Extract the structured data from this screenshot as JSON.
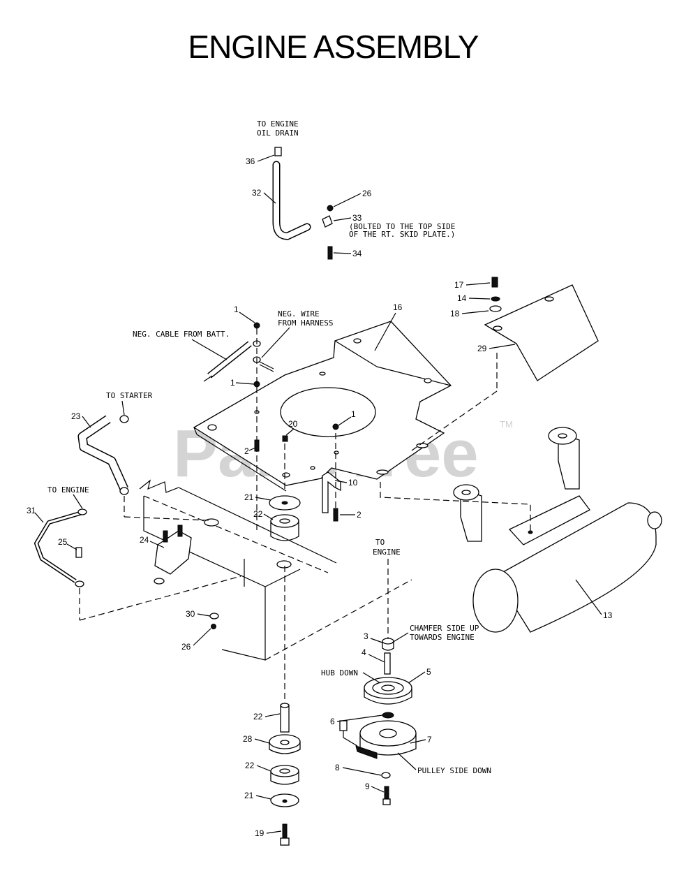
{
  "title": "ENGINE ASSEMBLY",
  "watermark": "PartsTree",
  "watermark_mark": "TM",
  "notes": {
    "oil_drain_l1": "TO ENGINE",
    "oil_drain_l2": "OIL DRAIN",
    "bolted_l1": "(BOLTED TO THE TOP SIDE",
    "bolted_l2": "OF THE RT. SKID PLATE.)",
    "neg_wire_l1": "NEG. WIRE",
    "neg_wire_l2": "FROM HARNESS",
    "neg_cable": "NEG. CABLE FROM BATT.",
    "to_starter": "TO STARTER",
    "to_engine_left": "TO ENGINE",
    "to_engine_clutch_l1": "TO",
    "to_engine_clutch_l2": "ENGINE",
    "chamfer_l1": "CHAMFER SIDE UP",
    "chamfer_l2": "TOWARDS ENGINE",
    "hub_down": "HUB DOWN",
    "pulley_down": "PULLEY SIDE DOWN"
  },
  "callouts": {
    "c36": "36",
    "c32": "32",
    "c26a": "26",
    "c33": "33",
    "c34": "34",
    "c17": "17",
    "c14": "14",
    "c18": "18",
    "c29": "29",
    "c16": "16",
    "c1a": "1",
    "c1b": "1",
    "c1c": "1",
    "c20": "20",
    "c2a": "2",
    "c10": "10",
    "c2b": "2",
    "c23": "23",
    "c21a": "21",
    "c22a": "22",
    "c13": "13",
    "c31": "31",
    "c25": "25",
    "c24": "24",
    "c30": "30",
    "c26b": "26",
    "c3": "3",
    "c4": "4",
    "c5": "5",
    "c6": "6",
    "c7": "7",
    "c8": "8",
    "c9": "9",
    "c22b": "22",
    "c28": "28",
    "c22c": "22",
    "c21b": "21",
    "c19": "19"
  }
}
